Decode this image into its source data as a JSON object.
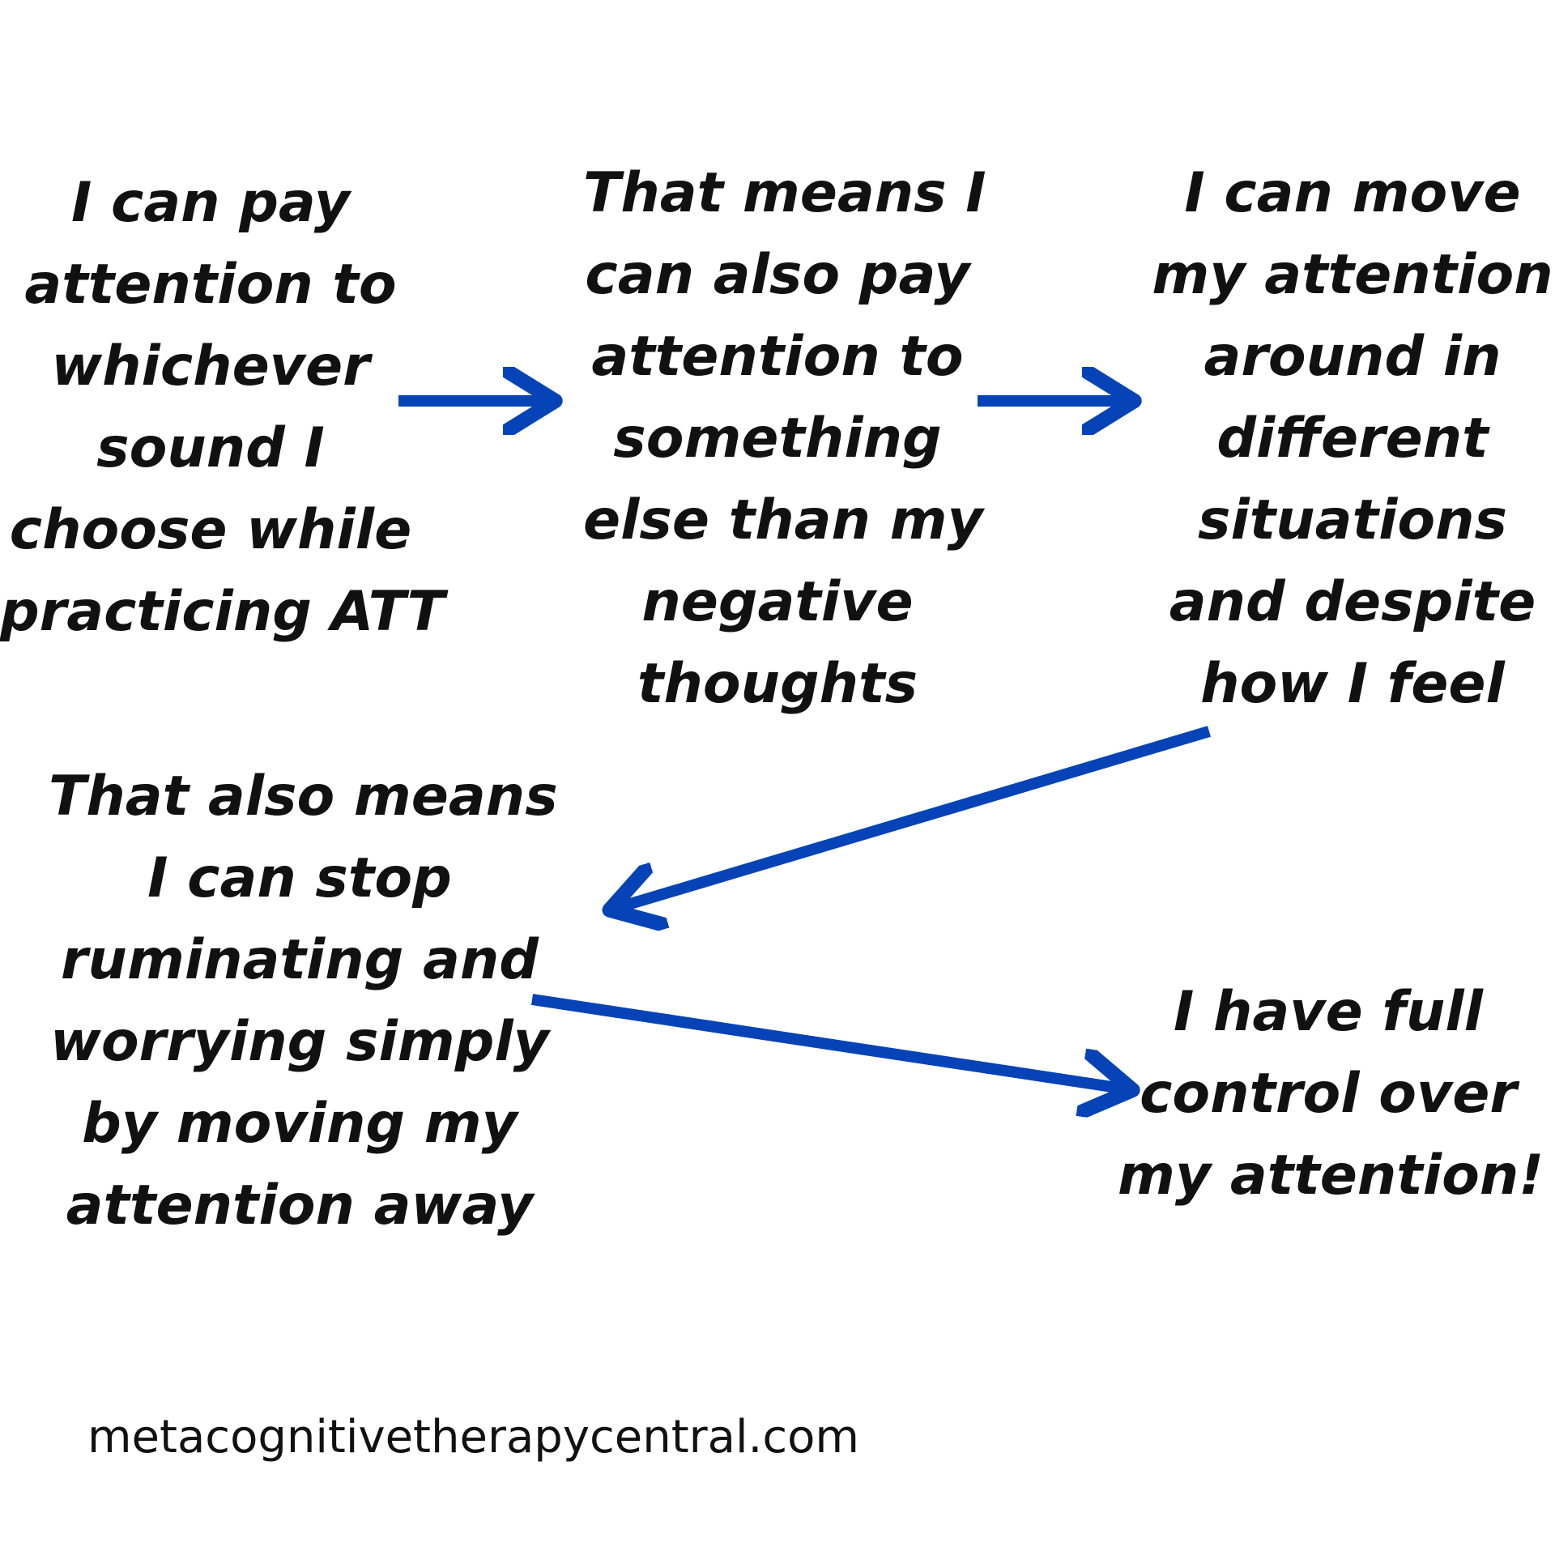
{
  "steps": [
    {
      "lines": [
        "I can pay",
        "attention to",
        "whichever",
        "sound I",
        "choose while",
        "practicing ATT"
      ]
    },
    {
      "lines": [
        "That means I",
        "can also pay",
        "attention to",
        "something",
        "else than my",
        "negative",
        "thoughts"
      ]
    },
    {
      "lines": [
        "I can move",
        "my attention",
        "around in",
        "different",
        "situations",
        "and despite",
        "how I feel"
      ]
    },
    {
      "lines": [
        "That also means",
        "I can stop",
        "ruminating and",
        "worrying simply",
        "by moving my",
        "attention away"
      ]
    },
    {
      "lines": [
        "I have full",
        "control over",
        "my attention!"
      ]
    }
  ],
  "footer": "metacognitivetherapycentral.com",
  "colors": {
    "arrow": "#0543b6",
    "text": "#111111",
    "background": "#ffffff"
  }
}
